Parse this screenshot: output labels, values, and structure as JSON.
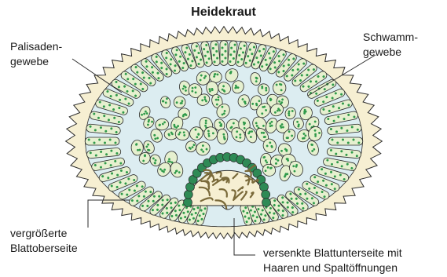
{
  "title": "Heidekraut",
  "labels": {
    "palisaden": [
      "Palisaden-",
      "gewebe"
    ],
    "schwamm": [
      "Schwamm-",
      "gewebe"
    ],
    "oberseite": [
      "vergrößerte",
      "Blattoberseite"
    ],
    "unterseite": [
      "versenkte Blattunterseite mit",
      "Haaren und Spaltöffnungen"
    ]
  },
  "colors": {
    "epidermis": "#f6efd2",
    "cell_fill": "#e6f0cf",
    "chloroplast": "#2f9a4a",
    "interior": "#dcedf1",
    "outline": "#2b2b2b",
    "hair": "#7a6a3a",
    "groove_ring": "#2e8a55"
  }
}
